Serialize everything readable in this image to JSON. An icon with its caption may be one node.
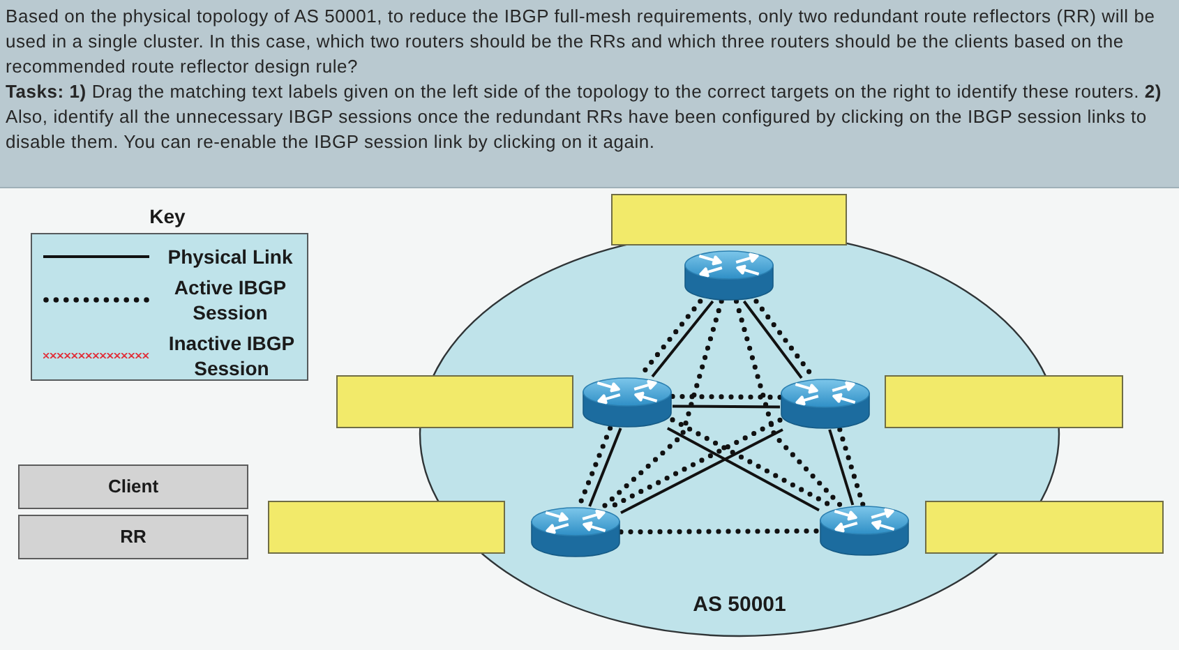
{
  "diagram": {
    "nodes": [
      {
        "text": [
          "Based on the physical topology of AS 50001, to reduce the IBGP full-mesh requirements, only two redundant route reflectors (RR) will be used in a single cluster. In this case, which two routers should be the RRs and which three routers should be the clients based on the recommended route reflector design rule?",
          "**Tasks: 1)** Drag the matching text labels given on the left side of the topology to the correct targets on the right to identify these routers. **2)** Also, identify all the unnecessary IBGP sessions once the redundant RRs have been configured by clicking on the IBGP session links to disable them. You can re-enable the IBGP session link by clicking on it again."
        ]
      },
      {
        "text": [],
        "shape": "box"
      },
      {
        "text": [
          "AS 50001"
        ]
      },
      {
        "text": [],
        "shape": "picture",
        "in": 2
      },
      {
        "text": [],
        "shape": "picture",
        "in": 2
      },
      {
        "text": [],
        "shape": "picture",
        "in": 2
      },
      {
        "text": [],
        "shape": "picture",
        "in": 2
      },
      {
        "text": [],
        "shape": "picture",
        "in": 2
      },
      {
        "text": [],
        "shape": "box"
      },
      {
        "text": [],
        "shape": "box"
      },
      {
        "text": [
          "Client"
        ]
      },
      {
        "text": [
          "RR"
        ]
      },
      {
        "text": [],
        "shape": "box"
      },
      {
        "text": [],
        "shape": "box"
      }
    ],
    "edges": [
      {
        "from": 3,
        "to": 4,
        "arrow": "none"
      },
      {
        "from": 3,
        "to": 5,
        "arrow": "none"
      },
      {
        "from": 4,
        "to": 5,
        "arrow": "none"
      },
      {
        "from": 4,
        "to": 6,
        "arrow": "none"
      },
      {
        "from": 5,
        "to": 7,
        "arrow": "none"
      },
      {
        "from": 4,
        "to": 7,
        "arrow": "none"
      },
      {
        "from": 5,
        "to": 6,
        "arrow": "none"
      },
      {
        "from": 3,
        "to": 4,
        "arrow": "none",
        "style": "dashed"
      },
      {
        "from": 3,
        "to": 5,
        "arrow": "none",
        "style": "dashed"
      },
      {
        "from": 3,
        "to": 6,
        "arrow": "none",
        "style": "dashed"
      },
      {
        "from": 3,
        "to": 7,
        "arrow": "none",
        "style": "dashed"
      },
      {
        "from": 4,
        "to": 5,
        "arrow": "none",
        "style": "dashed"
      },
      {
        "from": 4,
        "to": 6,
        "arrow": "none",
        "style": "dashed"
      },
      {
        "from": 4,
        "to": 7,
        "arrow": "none",
        "style": "dashed"
      },
      {
        "from": 5,
        "to": 6,
        "arrow": "none",
        "style": "dashed"
      },
      {
        "from": 5,
        "to": 7,
        "arrow": "none",
        "style": "dashed"
      },
      {
        "from": 6,
        "to": 7,
        "arrow": "none",
        "style": "dashed"
      }
    ],
    "labels": [
      "Key"
    ],
    "legend": [
      {
        "text": "Physical Link"
      },
      {
        "text": "Active IBGP Session"
      },
      {
        "text": "Inactive IBGP Session"
      }
    ]
  }
}
